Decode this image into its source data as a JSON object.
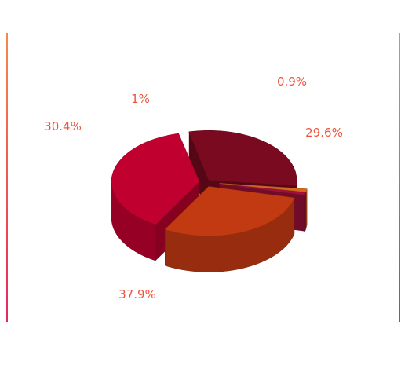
{
  "chart_data": {
    "type": "pie",
    "title": "",
    "slices": [
      {
        "label": "30.4%",
        "value": 30.4,
        "color": "#7a0a20"
      },
      {
        "label": "1%",
        "value": 1.0,
        "color": "#d2691e"
      },
      {
        "label": "0.9%",
        "value": 0.9,
        "color": "#a0103a"
      },
      {
        "label": "29.6%",
        "value": 29.6,
        "color": "#c23a12"
      },
      {
        "label": "37.9%",
        "value": 37.9,
        "color": "#c0002e"
      }
    ],
    "label_color": "#f0533b",
    "frame_gradient": [
      "#f5894a",
      "#e8265e"
    ],
    "style": "3d-exploded"
  }
}
